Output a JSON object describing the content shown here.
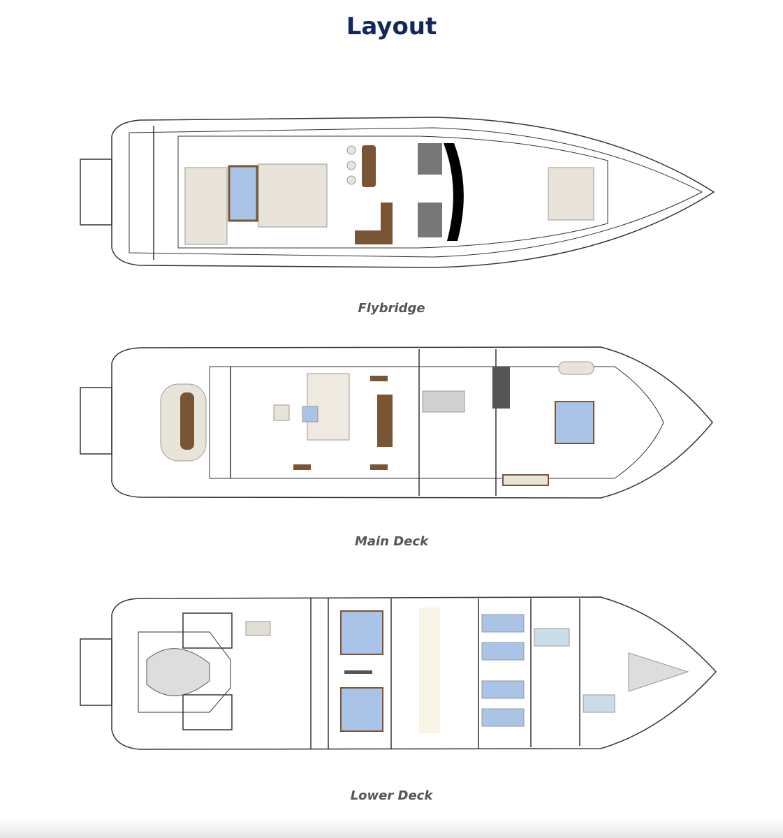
{
  "page": {
    "title": "Layout"
  },
  "decks": [
    {
      "name": "Flybridge"
    },
    {
      "name": "Main Deck"
    },
    {
      "name": "Lower Deck"
    }
  ],
  "colors": {
    "title": "#12275e",
    "caption": "#555555",
    "wood": "#7a5535",
    "cushion": "#e8e4da",
    "glass": "#a9c4e6",
    "line": "#333333"
  }
}
